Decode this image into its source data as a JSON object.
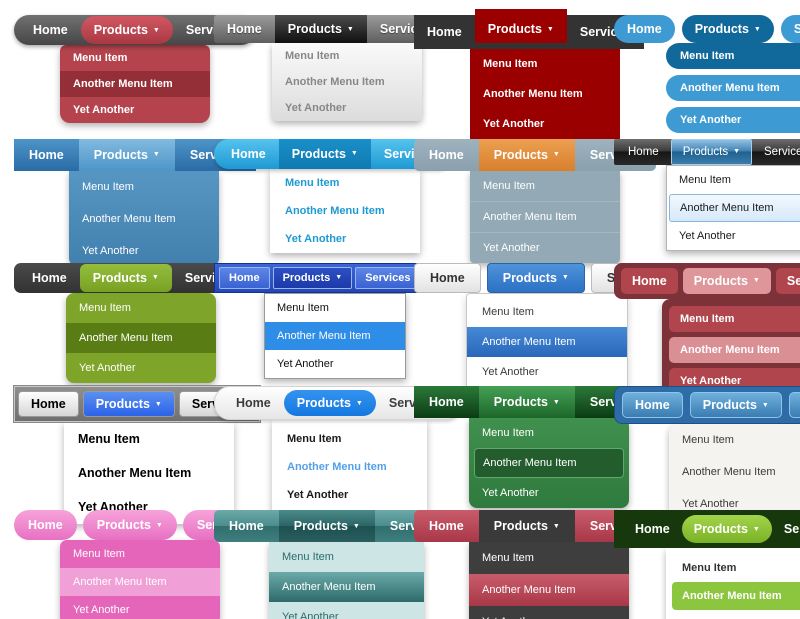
{
  "shared": {
    "nav": [
      "Home",
      "Products",
      "Services"
    ],
    "dropdown": [
      "Menu Item",
      "Another Menu Item",
      "Yet Another"
    ],
    "caret": "▼"
  },
  "menus": [
    {
      "theme": "t1",
      "name": "rounded-gray-red",
      "active_item": "Another Menu Item",
      "colors": {
        "bar": "#5b5b5b",
        "accent": "#b4434d",
        "dropdown": "#b4434d",
        "highlight": "#942f38",
        "text": "#ffffff"
      }
    },
    {
      "theme": "t2",
      "name": "glossy-gray",
      "active_item": "Products",
      "colors": {
        "bar": "#7d7d7d",
        "accent": "#2e2e2e",
        "dropdown": "#ebebeb",
        "highlight": "#ebebeb",
        "text": "#878787"
      }
    },
    {
      "theme": "t3",
      "name": "charcoal-dark-red",
      "active_item": "Products",
      "colors": {
        "bar": "#333333",
        "accent": "#9a0000",
        "dropdown": "#9a0000",
        "highlight": "#9a0000",
        "text": "#ffffff"
      }
    },
    {
      "theme": "t4",
      "name": "blue-pills",
      "active_item": "Menu Item",
      "colors": {
        "bar": "#3e9ad2",
        "accent": "#10689b",
        "dropdown": "#3e9ad2",
        "highlight": "#10689b",
        "text": "#ffffff"
      }
    },
    {
      "theme": "t5",
      "name": "blue-gradient",
      "active_item": "Products",
      "colors": {
        "bar": "#3a80b7",
        "accent": "#6aaad4",
        "dropdown": "#4c8ab8",
        "highlight": "#4c8ab8",
        "text": "#ffffff"
      }
    },
    {
      "theme": "t6",
      "name": "glossy-sky-blue",
      "active_item": "Products",
      "colors": {
        "bar": "#35aadf",
        "accent": "#148ac0",
        "dropdown": "#ffffff",
        "highlight": "#ffffff",
        "text": "#1e9ad3"
      }
    },
    {
      "theme": "t7",
      "name": "steel-blue-orange",
      "active_item": "Products",
      "colors": {
        "bar": "#93a9b5",
        "accent": "#e2903f",
        "dropdown": "#93a9b5",
        "highlight": "#93a9b5",
        "text": "#ffffff"
      }
    },
    {
      "theme": "t8",
      "name": "vista-black",
      "active_item": "Another Menu Item",
      "colors": {
        "bar": "#2a2a2a",
        "accent": "#3a7cab",
        "dropdown": "#ffffff",
        "highlight": "#d6e9fb",
        "text": "#1a1a1a"
      }
    },
    {
      "theme": "t9",
      "name": "charcoal-green",
      "active_item": "Another Menu Item",
      "colors": {
        "bar": "#3d3d3d",
        "accent": "#86b030",
        "dropdown": "#7ea52a",
        "highlight": "#5a7c15",
        "text": "#ffffff"
      }
    },
    {
      "theme": "t10",
      "name": "classic-windows-blue",
      "active_item": "Another Menu Item",
      "colors": {
        "bar": "#2e57c8",
        "accent": "#2445b6",
        "dropdown": "#ffffff",
        "highlight": "#2e8de6",
        "text": "#111111"
      }
    },
    {
      "theme": "t11",
      "name": "white-blue-buttons",
      "active_item": "Another Menu Item",
      "colors": {
        "bar": "#f0f0f0",
        "accent": "#3d82cf",
        "dropdown": "#ffffff",
        "highlight": "#3778c8",
        "text": "#3a3a3a"
      }
    },
    {
      "theme": "t12",
      "name": "maroon-rose",
      "active_item": "Another Menu Item",
      "colors": {
        "bar": "#7c3238",
        "accent": "#df969b",
        "dropdown": "#7c3238",
        "highlight": "#da8f94",
        "text": "#ffffff"
      }
    },
    {
      "theme": "t13",
      "name": "gray-bar-white-buttons",
      "active_item": "Products",
      "colors": {
        "bar": "#7f7f7f",
        "accent": "#4379ec",
        "dropdown": "#ffffff",
        "highlight": "#ffffff",
        "text": "#000000"
      }
    },
    {
      "theme": "t14",
      "name": "white-pill-blue",
      "active_item": "Another Menu Item",
      "colors": {
        "bar": "#f2f2f2",
        "accent": "#2486e8",
        "dropdown": "#ffffff",
        "highlight": "#53a0e8",
        "text": "#1a1a1a"
      }
    },
    {
      "theme": "t15",
      "name": "forest-green",
      "active_item": "Another Menu Item",
      "colors": {
        "bar": "#1c5b27",
        "accent": "#31833f",
        "dropdown": "#388545",
        "highlight": "#235c2d",
        "text": "#ffffff"
      }
    },
    {
      "theme": "t16",
      "name": "blue-glossy-buttons",
      "active_item": "Products",
      "colors": {
        "bar": "#2e6ca8",
        "accent": "#4f96c8",
        "dropdown": "#f4f3f0",
        "highlight": "#f4f3f0",
        "text": "#3a3a3a"
      }
    },
    {
      "theme": "t17",
      "name": "pink-bubbles",
      "active_item": "Another Menu Item",
      "colors": {
        "bar": "#ef8acd",
        "accent": "#ef8acd",
        "dropdown": "#e565bb",
        "highlight": "#f0a0d6",
        "text": "#ffffff"
      }
    },
    {
      "theme": "t18",
      "name": "teal",
      "active_item": "Another Menu Item",
      "colors": {
        "bar": "#4d8d8d",
        "accent": "#2c6666",
        "dropdown": "#cde5e5",
        "highlight": "#4d8d8d",
        "text": "#2d6b6b"
      }
    },
    {
      "theme": "t19",
      "name": "red-charcoal",
      "active_item": "Another Menu Item",
      "colors": {
        "bar": "#b84756",
        "accent": "#3a3a3a",
        "dropdown": "#3e3e3e",
        "highlight": "#b84756",
        "text": "#ffffff"
      }
    },
    {
      "theme": "t20",
      "name": "dark-green-lime",
      "active_item": "Another Menu Item",
      "colors": {
        "bar": "#16380c",
        "accent": "#8cc63e",
        "dropdown": "#ffffff",
        "highlight": "#8cc63e",
        "text": "#333333"
      }
    }
  ]
}
